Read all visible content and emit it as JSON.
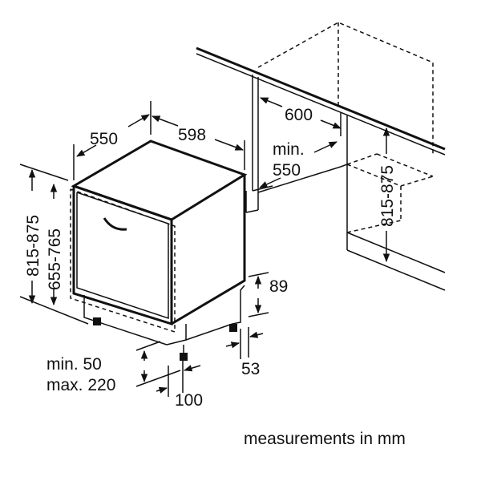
{
  "labels": {
    "depth": "550",
    "width": "598",
    "niche_depth": "600",
    "niche_min_line1": "min.",
    "niche_min_line2": "550",
    "niche_height": "815-875",
    "total_height": "815-875",
    "body_height": "655-765",
    "base_height": "89",
    "base_depth": "53",
    "plinth_min": "min. 50",
    "plinth_max": "max. 220",
    "plinth_depth": "100"
  },
  "caption": "measurements in mm"
}
